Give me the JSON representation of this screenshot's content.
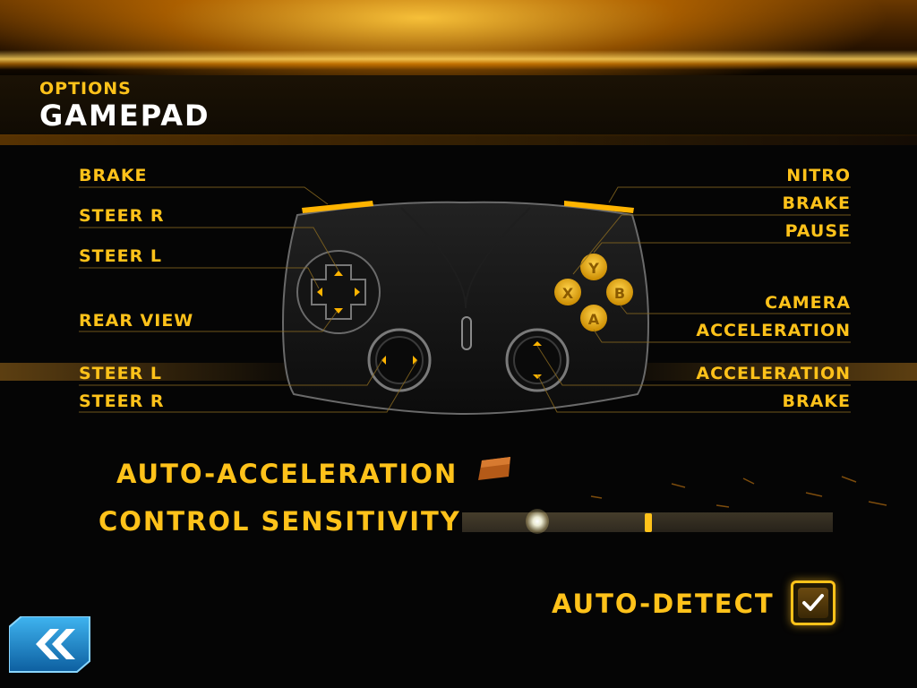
{
  "header": {
    "section": "OPTIONS",
    "title": "GAMEPAD"
  },
  "mapping": {
    "left": {
      "lb": "BRAKE",
      "dpad_right": "STEER R",
      "dpad_left": "STEER L",
      "dpad_down": "REAR VIEW",
      "lstick_left": "STEER L",
      "lstick_right": "STEER R"
    },
    "right": {
      "rb": "NITRO",
      "rt": "BRAKE",
      "y": "PAUSE",
      "b": "CAMERA",
      "a": "ACCELERATION",
      "rstick_up": "ACCELERATION",
      "rstick_down": "BRAKE"
    }
  },
  "controller": {
    "buttons": {
      "y": "Y",
      "x": "X",
      "b": "B",
      "a": "A"
    }
  },
  "settings": {
    "auto_acceleration": {
      "label": "AUTO-ACCELERATION",
      "enabled": false
    },
    "control_sensitivity": {
      "label": "CONTROL SENSITIVITY",
      "value": 0.5
    },
    "auto_detect": {
      "label": "AUTO-DETECT",
      "checked": true
    }
  },
  "icons": {
    "back": "double-chevron-left-icon",
    "check": "check-icon"
  },
  "colors": {
    "accent": "#ffc21a",
    "back_button": "#1e8fd6"
  }
}
